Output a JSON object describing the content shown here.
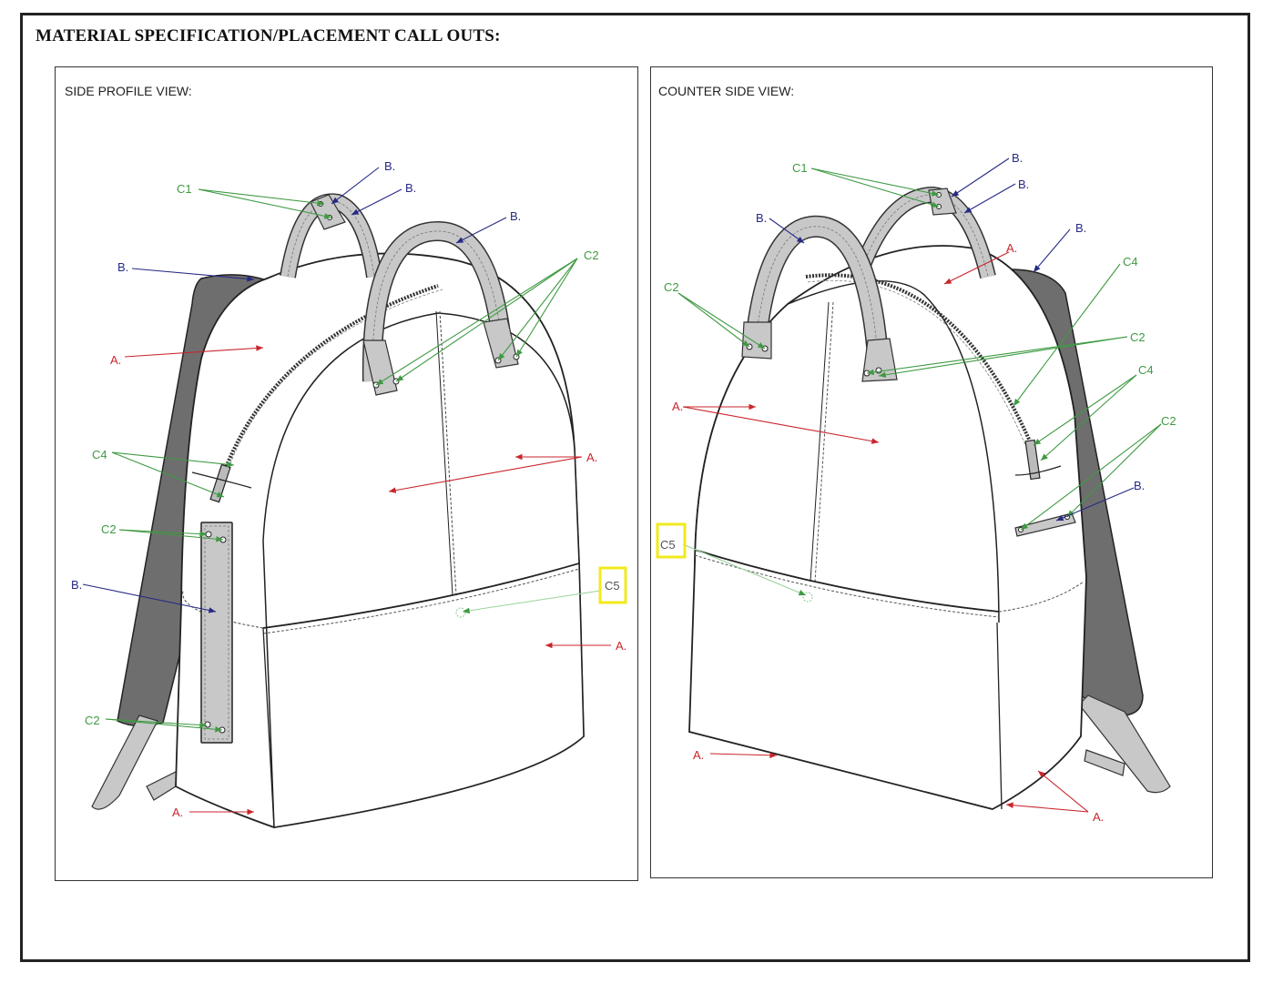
{
  "sheet": {
    "title": "MATERIAL SPECIFICATION/PLACEMENT CALL OUTS:"
  },
  "colors": {
    "material_a": "#c9252c",
    "material_b": "#262a84",
    "component_c": "#3f9a43",
    "highlight": "#f2ea1d",
    "strap_fill": "#c8c8c8",
    "back_panel": "#6e6e6e"
  },
  "left_view": {
    "title": "SIDE PROFILE VIEW:",
    "labels": {
      "c1": "C1",
      "b_top1": "B.",
      "b_top2": "B.",
      "b_handle": "B.",
      "b_back": "B.",
      "c2_handle": "C2",
      "a_upper": "A.",
      "c4": "C4",
      "a_front": "A.",
      "c2_loop_top": "C2",
      "b_loop": "B.",
      "c5": "C5",
      "a_lower_right": "A.",
      "c2_loop_bottom": "C2",
      "a_bottom": "A."
    }
  },
  "right_view": {
    "title": "COUNTER SIDE VIEW:",
    "labels": {
      "c1": "C1",
      "b_top1": "B.",
      "b_top2": "B.",
      "b_handle": "B.",
      "b_back": "B.",
      "a_top": "A.",
      "c4_upper": "C4",
      "c2_left": "C2",
      "c2_mid": "C2",
      "a_front": "A.",
      "c4_lower": "C4",
      "c2_right": "C2",
      "b_tab": "B.",
      "c5": "C5",
      "a_bottom_left": "A.",
      "a_bottom_right": "A."
    }
  }
}
